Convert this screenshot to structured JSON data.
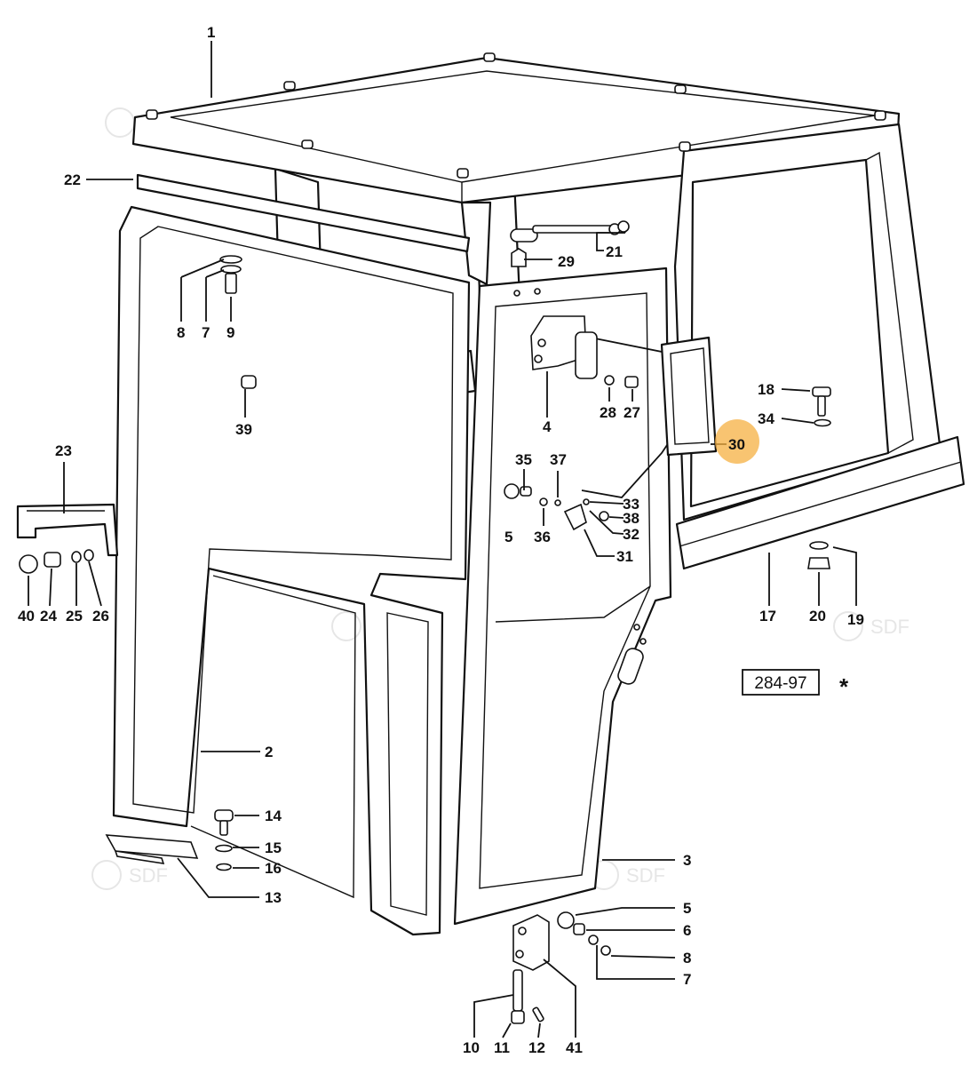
{
  "diagram": {
    "reference_code": "284-97",
    "marker": "*",
    "highlighted_part": "30",
    "highlight_color": "#f5b041",
    "watermark_text": "SDF",
    "part_labels": {
      "p1": "1",
      "p2": "2",
      "p3": "3",
      "p4": "4",
      "p5a": "5",
      "p5b": "5",
      "p6": "6",
      "p7a": "7",
      "p7b": "7",
      "p8a": "8",
      "p8b": "8",
      "p9": "9",
      "p10": "10",
      "p11": "11",
      "p12": "12",
      "p13": "13",
      "p14": "14",
      "p15": "15",
      "p16": "16",
      "p17": "17",
      "p18": "18",
      "p19": "19",
      "p20": "20",
      "p21": "21",
      "p22": "22",
      "p23": "23",
      "p24": "24",
      "p25": "25",
      "p26": "26",
      "p27": "27",
      "p28": "28",
      "p29": "29",
      "p30": "30",
      "p31": "31",
      "p32": "32",
      "p33": "33",
      "p34": "34",
      "p35": "35",
      "p36": "36",
      "p37": "37",
      "p38": "38",
      "p39": "39",
      "p40": "40",
      "p41": "41"
    }
  }
}
